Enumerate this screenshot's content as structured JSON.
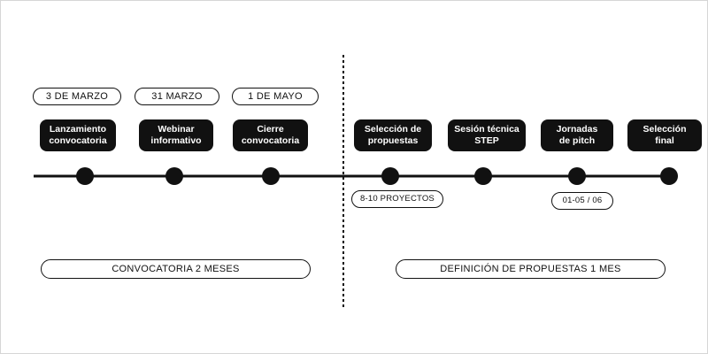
{
  "milestones": [
    {
      "date": "3 DE MARZO",
      "label": "Lanzamiento\nconvocatoria"
    },
    {
      "date": "31 MARZO",
      "label": "Webinar\ninformativo"
    },
    {
      "date": "1 DE MAYO",
      "label": "Cierre\nconvocatoria"
    },
    {
      "label": "Selección de\npropuestas",
      "note": "8-10 PROYECTOS"
    },
    {
      "label": "Sesión técnica\nSTEP"
    },
    {
      "label": "Jornadas\nde pitch",
      "note": "01-05 / 06"
    },
    {
      "label": "Selección\nfinal"
    }
  ],
  "phases": [
    {
      "label": "CONVOCATORIA 2 MESES"
    },
    {
      "label": "DEFINICIÓN DE PROPUESTAS 1 MES"
    }
  ],
  "colors": {
    "ink": "#111111",
    "box_text": "#ffffff",
    "background": "#ffffff"
  }
}
